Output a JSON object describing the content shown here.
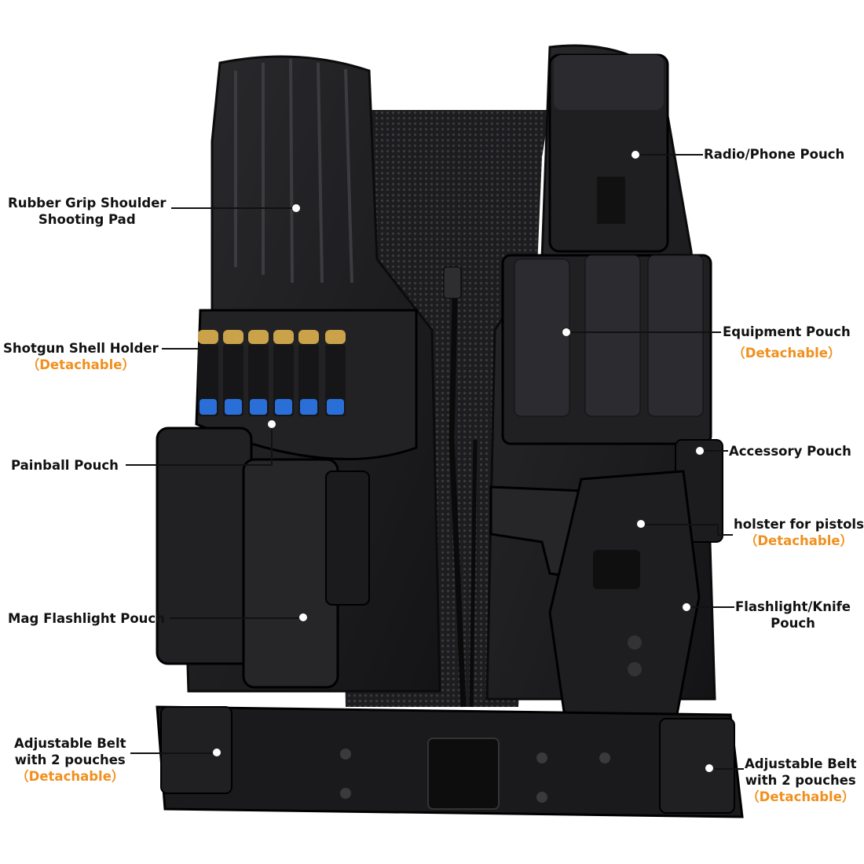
{
  "colors": {
    "accent": "#f0901e",
    "vest": "#1b1b1d",
    "text": "#111111",
    "shell_blue": "#2a6fd8",
    "shell_brass": "#c9a24a"
  },
  "labels": {
    "shoulder": {
      "line1": "Rubber Grip Shoulder",
      "line2": "Shooting Pad"
    },
    "shotgun": {
      "line1": "Shotgun Shell Holder",
      "detach": "（Detachable）"
    },
    "paintball": {
      "line1": "Painball Pouch"
    },
    "mag": {
      "line1": "Mag Flashlight Pouch"
    },
    "belt_left": {
      "line1": "Adjustable Belt",
      "line2": "with 2 pouches",
      "detach": "（Detachable）"
    },
    "radio": {
      "line1": "Radio/Phone Pouch"
    },
    "equipment": {
      "line1": "Equipment Pouch",
      "detach": "（Detachable）"
    },
    "accessory": {
      "line1": "Accessory Pouch"
    },
    "holster": {
      "line1": "holster for pistols",
      "detach": "（Detachable）"
    },
    "flashlight": {
      "line1": "Flashlight/Knife",
      "line2": "Pouch"
    },
    "belt_right": {
      "line1": "Adjustable Belt",
      "line2": "with 2 pouches",
      "detach": "（Detachable）"
    }
  }
}
